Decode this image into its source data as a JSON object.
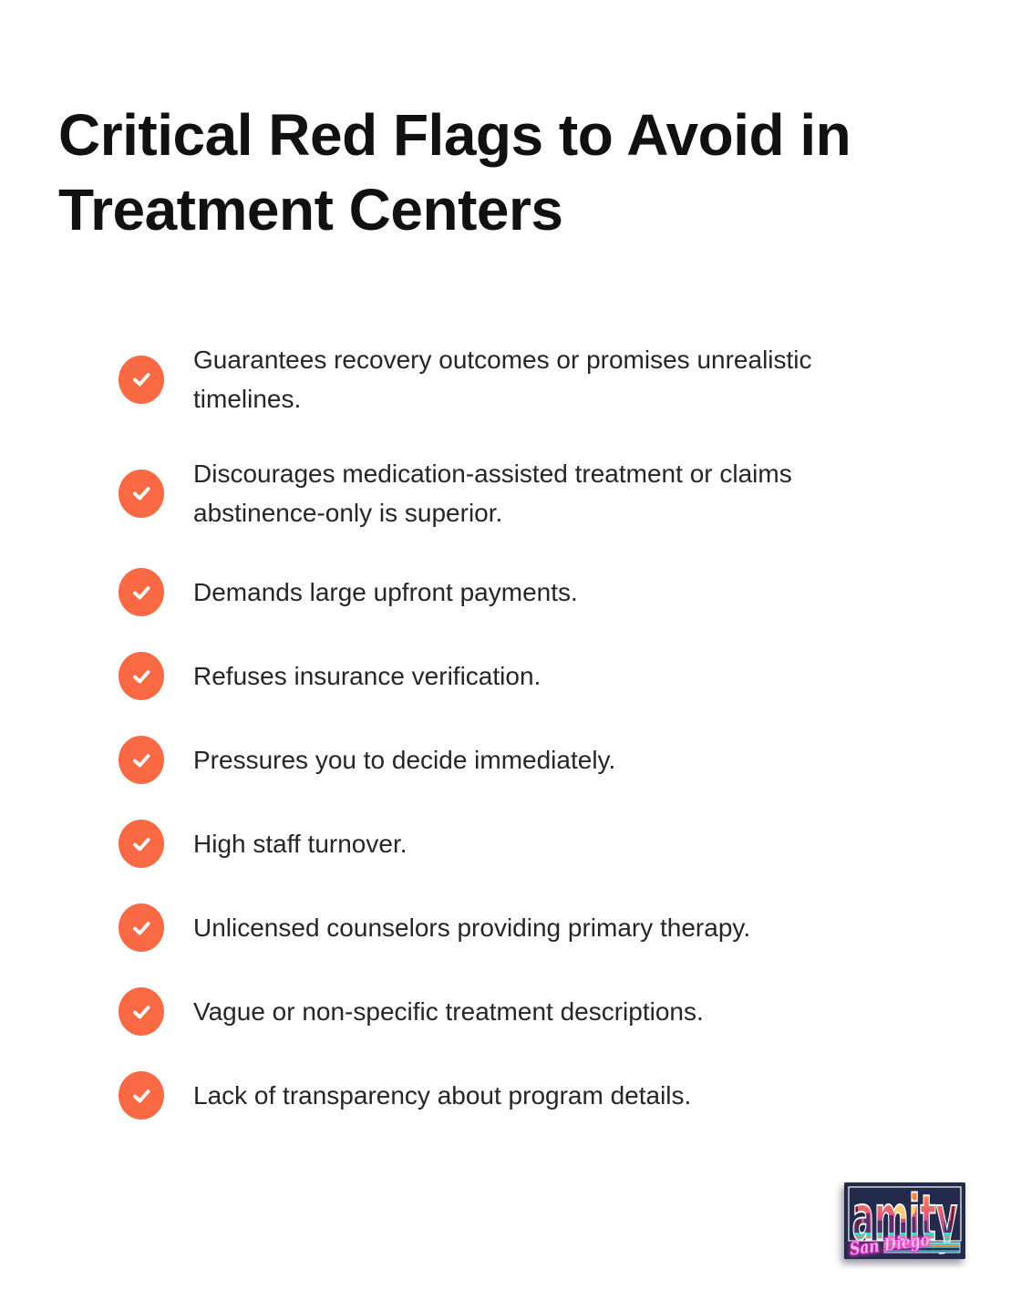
{
  "title": "Critical Red Flags to Avoid in Treatment Centers",
  "colors": {
    "accent_orange": "#F96943",
    "title_text": "#111111",
    "body_text": "#262626",
    "check_mark": "#FFFFFF",
    "logo_background": "#232A4C",
    "logo_neon_pink": "#FF3ED4",
    "logo_teal": "#35C5C5"
  },
  "checklist": {
    "icon": "check-icon",
    "items": [
      {
        "label": "Guarantees recovery outcomes or promises unrealistic timelines."
      },
      {
        "label": "Discourages medication-assisted treatment or claims abstinence-only is superior."
      },
      {
        "label": "Demands large upfront payments."
      },
      {
        "label": "Refuses insurance verification."
      },
      {
        "label": "Pressures you to decide immediately."
      },
      {
        "label": "High staff turnover."
      },
      {
        "label": "Unlicensed counselors providing primary therapy."
      },
      {
        "label": "Vague or non-specific treatment descriptions."
      },
      {
        "label": "Lack of transparency about program details."
      }
    ]
  },
  "logo": {
    "brand": "amity",
    "location": "San Diego"
  }
}
